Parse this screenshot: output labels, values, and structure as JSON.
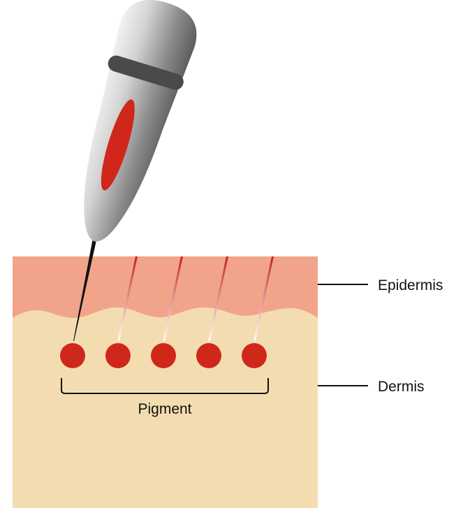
{
  "labels": {
    "epidermis": "Epidermis",
    "dermis": "Dermis",
    "pigment": "Pigment"
  },
  "colors": {
    "epidermis": "#F2A48B",
    "dermis": "#F3DDB0",
    "pigment": "#D0271B",
    "pen_band": "#4A4A4A",
    "pen_window": "#D0271B",
    "needle": "#111111",
    "leader_line": "#111111"
  },
  "icons": {
    "pen": "tattoo-pen-icon",
    "needle": "needle-icon"
  },
  "pigment_dots": 5,
  "needle_tracks": 4
}
